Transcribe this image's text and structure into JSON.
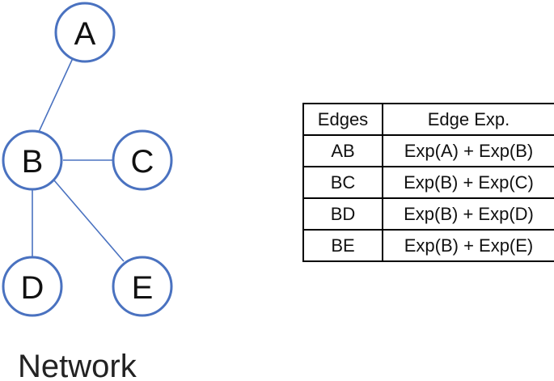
{
  "network": {
    "caption": "Network",
    "nodes": [
      {
        "id": "A",
        "label": "A"
      },
      {
        "id": "B",
        "label": "B"
      },
      {
        "id": "C",
        "label": "C"
      },
      {
        "id": "D",
        "label": "D"
      },
      {
        "id": "E",
        "label": "E"
      }
    ],
    "edges": [
      {
        "from": "A",
        "to": "B"
      },
      {
        "from": "B",
        "to": "C"
      },
      {
        "from": "B",
        "to": "D"
      },
      {
        "from": "B",
        "to": "E"
      }
    ],
    "colors": {
      "node_stroke": "#4a72c0",
      "edge": "#4a72c0"
    }
  },
  "table": {
    "headers": [
      "Edges",
      "Edge Exp."
    ],
    "rows": [
      [
        "AB",
        "Exp(A) + Exp(B)"
      ],
      [
        "BC",
        "Exp(B) + Exp(C)"
      ],
      [
        "BD",
        "Exp(B) + Exp(D)"
      ],
      [
        "BE",
        "Exp(B) + Exp(E)"
      ]
    ]
  }
}
